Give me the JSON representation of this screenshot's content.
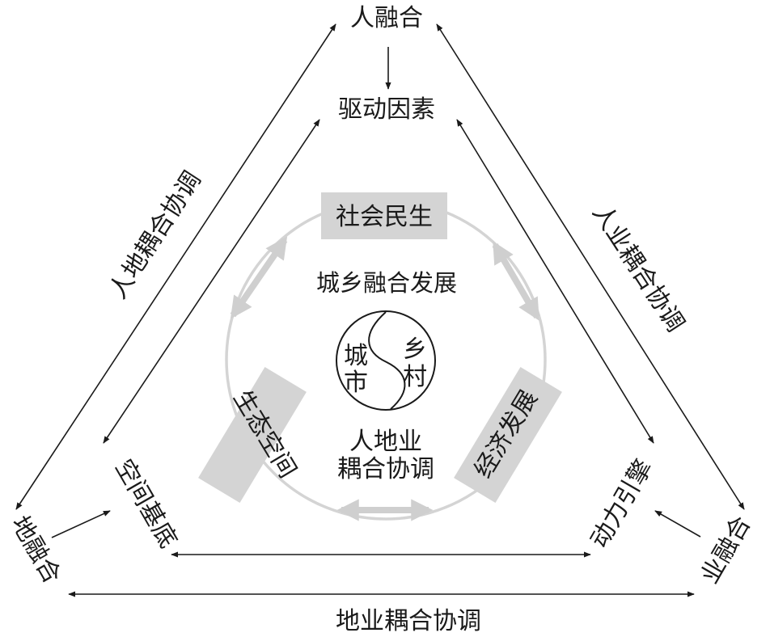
{
  "corners": {
    "top": "人融合",
    "left": "地融合",
    "right": "业融合"
  },
  "inner": {
    "top": "驱动因素",
    "left": "空间基底",
    "right": "动力引擎"
  },
  "edges": {
    "left": "人地耦合协调",
    "right": "人业耦合协调",
    "bottom": "地业耦合协调"
  },
  "circle": {
    "title": "城乡融合发展",
    "box_top": "社会民生",
    "box_left": "生态空间",
    "box_right": "经济发展",
    "city_1": "城",
    "city_2": "市",
    "rural_1": "乡",
    "rural_2": "村",
    "bottom_1": "人地业",
    "bottom_2": "耦合协调"
  },
  "colors": {
    "ink": "#1a1a1a",
    "gray": "#d4d4d4"
  }
}
